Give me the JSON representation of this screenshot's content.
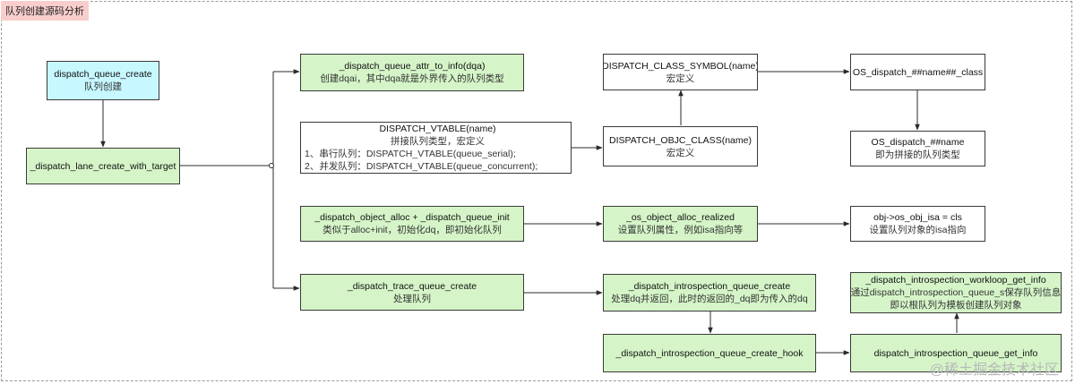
{
  "header": {
    "title": "队列创建源码分析"
  },
  "watermark": "@稀土掘金技术社区",
  "nodes": {
    "queue_create": {
      "title": "dispatch_queue_create",
      "sub": "队列创建"
    },
    "lane_create": {
      "title": "_dispatch_lane_create_with_target"
    },
    "attr_to_info": {
      "title": "_dispatch_queue_attr_to_info(dqa)",
      "sub": "创建dqai，其中dqa就是外界传入的队列类型"
    },
    "vtable": {
      "title": "DISPATCH_VTABLE(name)",
      "sub": "拼接队列类型，宏定义",
      "lines": [
        "1、串行队列：DISPATCH_VTABLE(queue_serial);",
        "2、并发队列：DISPATCH_VTABLE(queue_concurrent);"
      ]
    },
    "class_symbol": {
      "title": "DISPATCH_CLASS_SYMBOL(name)",
      "sub": "宏定义"
    },
    "objc_class": {
      "title": "DISPATCH_OBJC_CLASS(name)",
      "sub": "宏定义"
    },
    "os_class": {
      "title": "OS_dispatch_##name##_class"
    },
    "os_name": {
      "title": "OS_dispatch_##name",
      "sub": "即为拼接的队列类型"
    },
    "object_alloc": {
      "title": "_dispatch_object_alloc + _dispatch_queue_init",
      "sub": "类似于alloc+init，初始化dq，即初始化队列"
    },
    "alloc_realized": {
      "title": "_os_object_alloc_realized",
      "sub": "设置队列属性，例如isa指向等"
    },
    "isa": {
      "title": "obj->os_obj_isa = cls",
      "sub": "设置队列对象的isa指向"
    },
    "trace_create": {
      "title": "_dispatch_trace_queue_create",
      "sub": "处理队列"
    },
    "introspection_create": {
      "title": "_dispatch_introspection_queue_create",
      "sub": "处理dq并返回，此时的返回的_dq即为传入的dq"
    },
    "workloop_info": {
      "title": "_dispatch_introspection_workloop_get_info",
      "lines": [
        "通过dispatch_introspection_queue_s保存队列信息",
        "即以根队列为模板创建队列对象"
      ]
    },
    "create_hook": {
      "title": "_dispatch_introspection_queue_create_hook"
    },
    "get_info": {
      "title": "dispatch_introspection_queue_get_info"
    }
  },
  "colors": {
    "green": "#d5f5c8",
    "cyan": "#c7f7ff",
    "white": "#ffffff",
    "tag": "#f8cecc",
    "line": "#2a2a2a"
  }
}
